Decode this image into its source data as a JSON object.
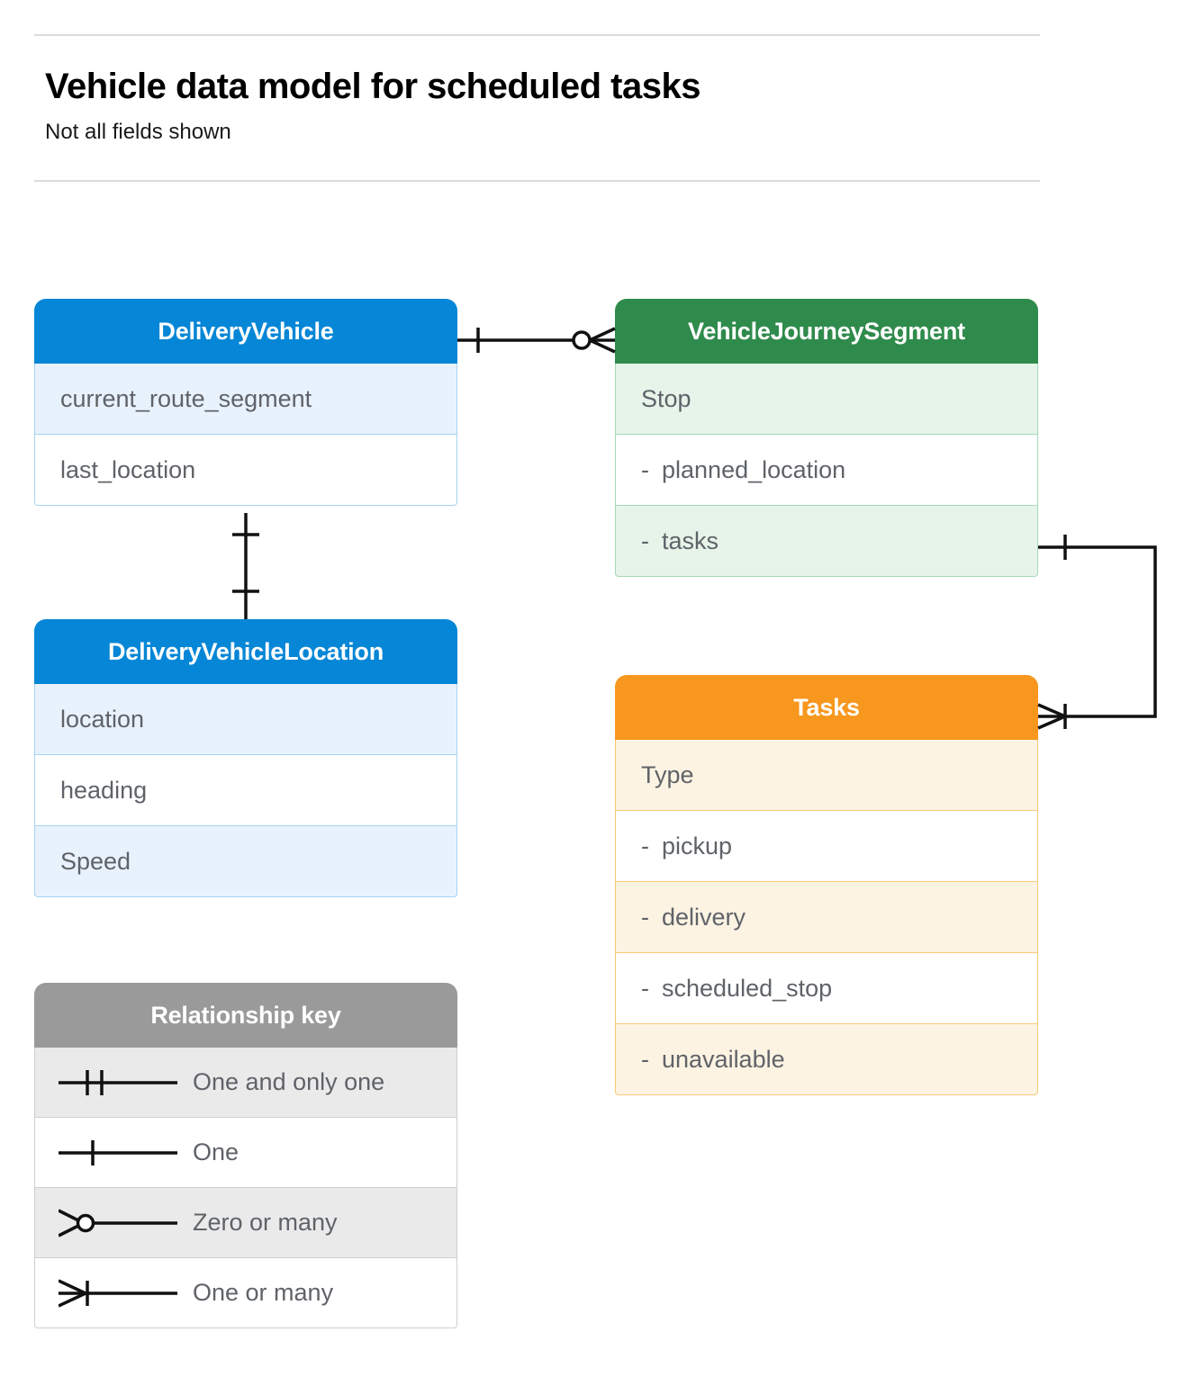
{
  "header": {
    "title": "Vehicle data model for scheduled tasks",
    "subtitle": "Not all fields shown"
  },
  "colors": {
    "blue_header": "#0586d6",
    "blue_row_alt": "#e8f2fd",
    "blue_border": "#a8d3f0",
    "green_header": "#2f8b4c",
    "green_row_alt": "#e6f4ea",
    "green_border": "#a8d8b9",
    "orange_header": "#f7971e",
    "orange_row_alt": "#fdf3e3",
    "orange_border": "#fac877",
    "gray_header": "#9a9a9a",
    "gray_row_alt": "#eaeaea",
    "text": "#5f6368",
    "rule": "#dcdcdc",
    "connector": "#111111"
  },
  "entities": {
    "delivery_vehicle": {
      "title": "DeliveryVehicle",
      "rows": [
        {
          "label": "current_route_segment"
        },
        {
          "label": "last_location"
        }
      ]
    },
    "delivery_vehicle_location": {
      "title": "DeliveryVehicleLocation",
      "rows": [
        {
          "label": "location"
        },
        {
          "label": "heading"
        },
        {
          "label": "Speed"
        }
      ]
    },
    "vehicle_journey_segment": {
      "title": "VehicleJourneySegment",
      "rows": [
        {
          "label": "Stop"
        },
        {
          "dash": "-",
          "label": "planned_location"
        },
        {
          "dash": "-",
          "label": "tasks"
        }
      ]
    },
    "tasks": {
      "title": "Tasks",
      "rows": [
        {
          "label": "Type"
        },
        {
          "dash": "-",
          "label": "pickup"
        },
        {
          "dash": "-",
          "label": "delivery"
        },
        {
          "dash": "-",
          "label": "scheduled_stop"
        },
        {
          "dash": "-",
          "label": "unavailable"
        }
      ]
    }
  },
  "relationship_key": {
    "title": "Relationship key",
    "items": [
      {
        "symbol": "one-and-only-one",
        "label": "One and only one"
      },
      {
        "symbol": "one",
        "label": "One"
      },
      {
        "symbol": "zero-or-many",
        "label": "Zero or many"
      },
      {
        "symbol": "one-or-many",
        "label": "One or many"
      }
    ]
  },
  "relationships": [
    {
      "from": "DeliveryVehicle",
      "to": "VehicleJourneySegment",
      "from_cardinality": "One",
      "to_cardinality": "Zero or many"
    },
    {
      "from": "DeliveryVehicle",
      "to": "DeliveryVehicleLocation",
      "from_cardinality": "One",
      "to_cardinality": "One"
    },
    {
      "from": "VehicleJourneySegment.tasks",
      "to": "Tasks",
      "from_cardinality": "One",
      "to_cardinality": "One or many"
    }
  ]
}
